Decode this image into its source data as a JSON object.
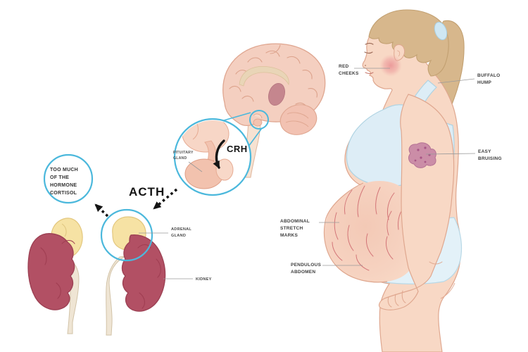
{
  "diagram": {
    "topic": "Cushing syndrome hormone pathway and symptoms",
    "labels": {
      "cortisol_circle": "TOO MUCH OF THE HORMONE CORTISOL",
      "acth": "ACTH",
      "crh": "CRH",
      "pituitary_gland": "PITUITARY GLAND",
      "adrenal_gland": "ADRENAL GLAND",
      "kidney": "KIDNEY",
      "red_cheeks": "RED CHEEKS",
      "buffalo_hump": "BUFFALO HUMP",
      "easy_bruising": "EASY BRUISING",
      "abdominal_stretch_marks": "ABDOMINAL STRETCH MARKS",
      "pendulous_abdomen": "PENDULOUS ABDOMEN"
    },
    "colors": {
      "highlight_circle_blue": "#4bb8dc",
      "kidney_maroon": "#b25064",
      "adrenal_yellow": "#f6e2a4",
      "ureter_cream": "#efe5d4",
      "skin": "#f8d8c5",
      "skin_outline": "#dfa78f",
      "hair_tan": "#d7b78c",
      "clothing_light_blue": "#ddedf6",
      "bruise_purple": "#c98aa6",
      "stretch_mark_red": "#cf6b70",
      "brain_pink": "#f4cfc0",
      "arrow_black": "#151515",
      "leader_line_gray": "#9a9a9a"
    }
  }
}
